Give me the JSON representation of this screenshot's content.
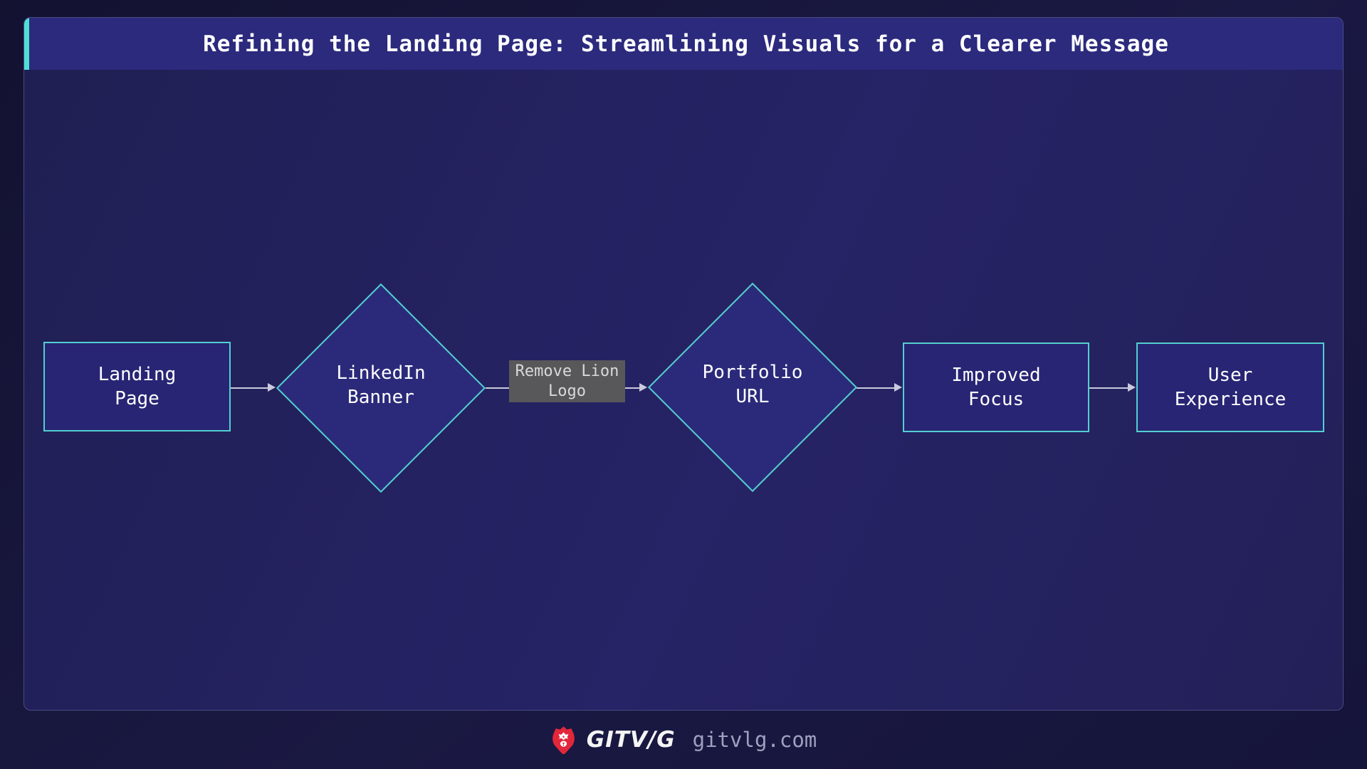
{
  "title": "Refining the Landing Page: Streamlining Visuals for a Clearer Message",
  "diagram": {
    "nodes": [
      {
        "id": "landing-page",
        "shape": "rectangle",
        "lines": [
          "Landing",
          "Page"
        ]
      },
      {
        "id": "linkedin-banner",
        "shape": "diamond",
        "lines": [
          "LinkedIn",
          "Banner"
        ]
      },
      {
        "id": "portfolio-url",
        "shape": "diamond",
        "lines": [
          "Portfolio",
          "URL"
        ]
      },
      {
        "id": "improved-focus",
        "shape": "rectangle",
        "lines": [
          "Improved",
          "Focus"
        ]
      },
      {
        "id": "user-experience",
        "shape": "rectangle",
        "lines": [
          "User",
          "Experience"
        ]
      }
    ],
    "edges": [
      {
        "from": "landing-page",
        "to": "linkedin-banner"
      },
      {
        "from": "linkedin-banner",
        "to": "portfolio-url",
        "label_lines": [
          "Remove Lion",
          "Logo"
        ]
      },
      {
        "from": "portfolio-url",
        "to": "improved-focus"
      },
      {
        "from": "improved-focus",
        "to": "user-experience"
      }
    ]
  },
  "footer": {
    "brand": "GITV/G",
    "url": "gitvlg.com",
    "logo_icon": "lion-icon"
  },
  "colors": {
    "accent_teal": "#4fe0d4",
    "node_border": "#53cfcf",
    "node_fill": "#282574",
    "titlebar_fill": "#2b2a7d",
    "panel_fill": "#232060",
    "page_background": "#17163c",
    "edge_color": "#c9cadc",
    "edge_label_bg": "#58585a",
    "lion_red": "#e3273b",
    "url_text": "#9fa0bf",
    "title_text": "#ffffff"
  }
}
